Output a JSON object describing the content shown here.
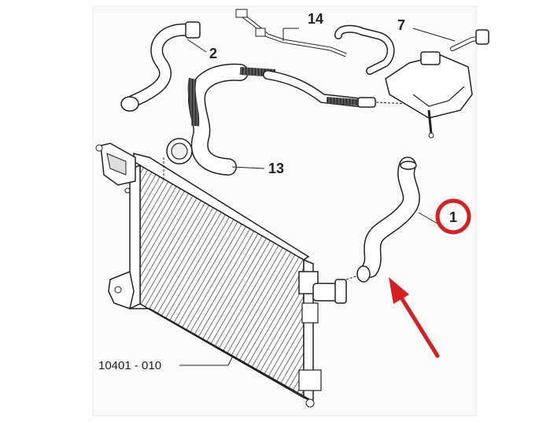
{
  "labels": {
    "p1": "1",
    "p2": "2",
    "p7": "7",
    "p13": "13",
    "p14": "14"
  },
  "diagram_code": "10401 - 010",
  "colors": {
    "highlight_circle": "#d42020",
    "arrow": "#d42020",
    "line": "#1a1a1a"
  }
}
